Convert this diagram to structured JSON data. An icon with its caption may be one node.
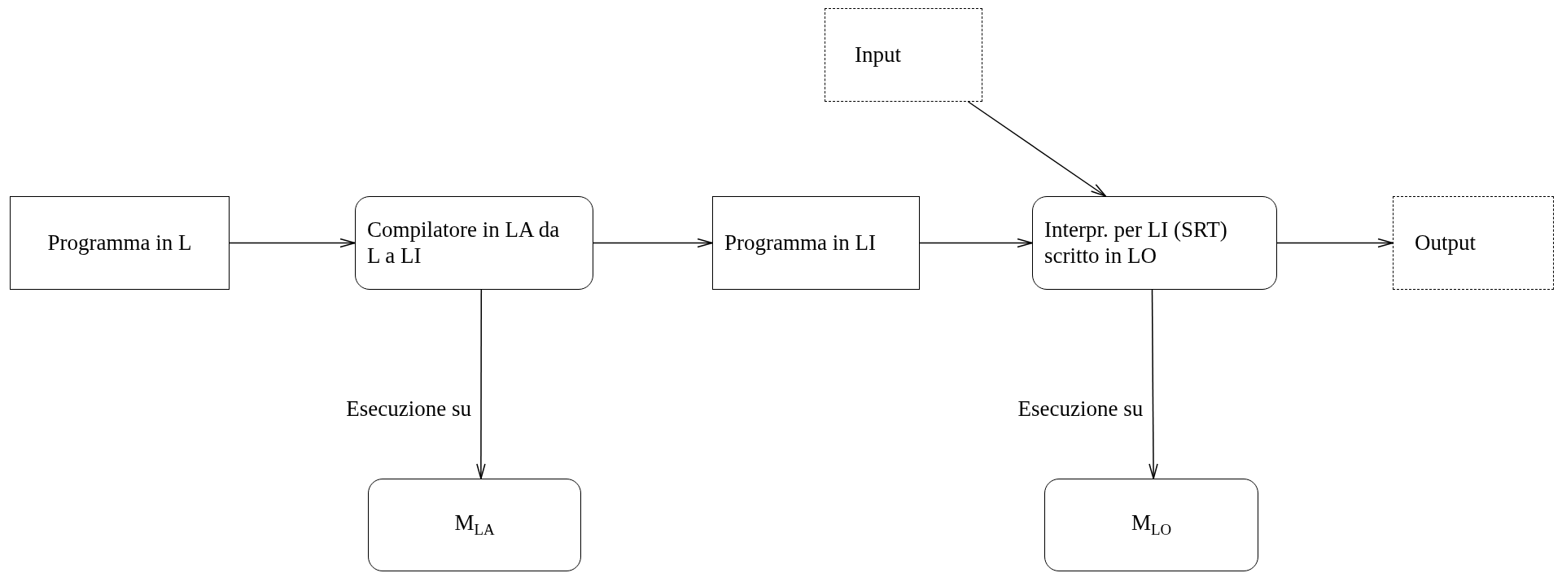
{
  "diagram": {
    "nodes": [
      {
        "text": [
          "Input"
        ]
      },
      {
        "text": [
          "Programma in L"
        ]
      },
      {
        "text": [
          "Compilatore in LA da L a LI"
        ]
      },
      {
        "text": [
          "Programma in LI"
        ]
      },
      {
        "text": [
          "Interpr. per LI (SRT) scritto in LO"
        ]
      },
      {
        "text": [
          "Output"
        ]
      },
      {
        "text": [
          "M$_{LA}$"
        ]
      },
      {
        "text": [
          "M$_{LO}$"
        ]
      }
    ],
    "edges": [
      {
        "from": 1,
        "to": 2,
        "arrow": "to"
      },
      {
        "from": 2,
        "to": 3,
        "arrow": "to"
      },
      {
        "from": 3,
        "to": 4,
        "arrow": "to"
      },
      {
        "from": 0,
        "to": 4,
        "arrow": "to"
      },
      {
        "from": 4,
        "to": 5,
        "arrow": "to"
      },
      {
        "from": 2,
        "to": 6,
        "arrow": "to",
        "label": "Esecuzione su"
      },
      {
        "from": 4,
        "to": 7,
        "arrow": "to",
        "label": "Esecuzione su"
      }
    ]
  }
}
